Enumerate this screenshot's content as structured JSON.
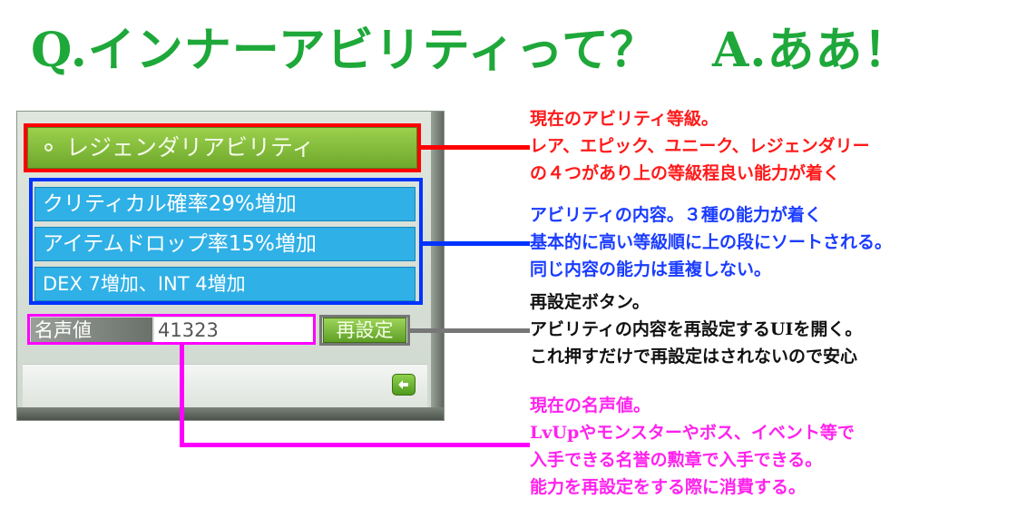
{
  "title": {
    "question": "Q.インナーアビリティって？",
    "answer": "A.ああ！"
  },
  "panel": {
    "rank_label": "レジェンダリアビリティ",
    "abilities": [
      "クリティカル確率29%増加",
      "アイテムドロップ率15%増加",
      "DEX 7増加、INT 4増加"
    ],
    "fame_label": "名声値",
    "fame_value": "41323",
    "reset_button": "再設定",
    "return_icon": "return-arrow-icon"
  },
  "annotations": {
    "rank": [
      "現在のアビリティ等級。",
      "レア、エピック、ユニーク、レジェンダリー",
      "の４つがあり上の等級程良い能力が着く"
    ],
    "abilities": [
      "アビリティの内容。３種の能力が着く",
      "基本的に高い等級順に上の段にソートされる。",
      "同じ内容の能力は重複しない。"
    ],
    "reset": [
      "再設定ボタン。",
      "アビリティの内容を再設定するUIを開く。",
      "これ押すだけで再設定はされないので安心"
    ],
    "fame": [
      "現在の名声値。",
      "LvUpやモンスターやボス、イベント等で",
      "入手できる名誉の勲章で入手できる。",
      "能力を再設定をする際に消費する。"
    ]
  },
  "colors": {
    "title": "#1fa83a",
    "rank_frame": "#ff0000",
    "ability_frame": "#0033ff",
    "reset_frame": "#777777",
    "fame_frame": "#ff00ff"
  }
}
